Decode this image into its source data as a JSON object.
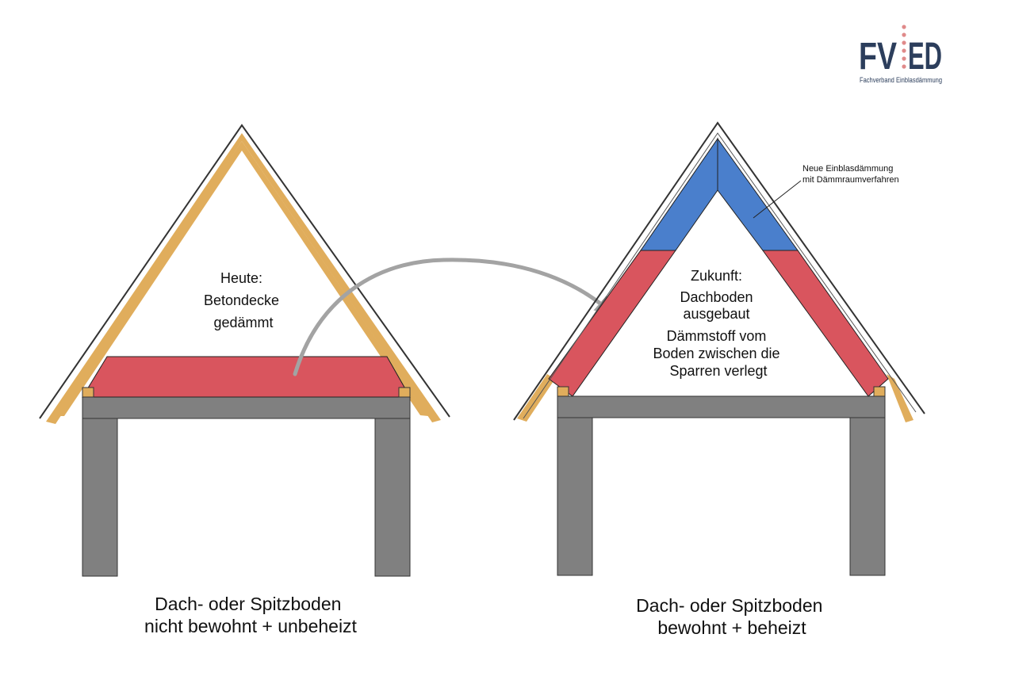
{
  "logo": {
    "left": "FV",
    "right": "ED",
    "tagline": "Fachverband Einblasdämmung"
  },
  "left_house": {
    "label_lines": [
      "Heute:",
      "Betondecke",
      "gedämmt"
    ],
    "caption_lines": [
      "Dach- oder Spitzboden",
      "nicht bewohnt + unbeheizt"
    ]
  },
  "right_house": {
    "label_lines": [
      "Zukunft:",
      "Dachboden",
      "ausgebaut",
      "Dämmstoff vom",
      "Boden zwischen die",
      "Sparren verlegt"
    ],
    "annotation_lines": [
      "Neue Einblasdämmung",
      "mit Dämmraumverfahren"
    ],
    "caption_lines": [
      "Dach- oder Spitzboden",
      "bewohnt + beheizt"
    ]
  },
  "colors": {
    "wood": "#e0ad5c",
    "insulation_red": "#d9555e",
    "insulation_blue": "#4a7fcc",
    "concrete": "#808080",
    "arrow": "#a3a3a3",
    "logo_blue": "#2c3e5c",
    "logo_dots": "#e08a8a"
  }
}
